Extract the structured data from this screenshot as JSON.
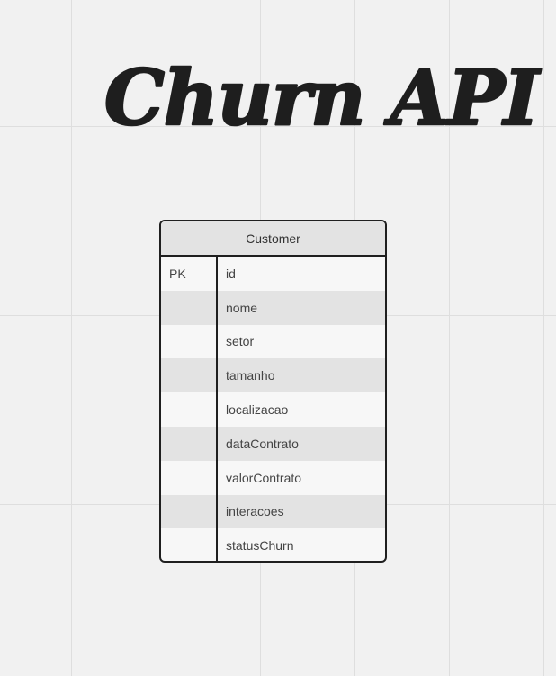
{
  "title": "Churn API",
  "entity": {
    "name": "Customer",
    "fields": [
      {
        "key": "PK",
        "name": "id"
      },
      {
        "key": "",
        "name": "nome"
      },
      {
        "key": "",
        "name": "setor"
      },
      {
        "key": "",
        "name": "tamanho"
      },
      {
        "key": "",
        "name": "localizacao"
      },
      {
        "key": "",
        "name": "dataContrato"
      },
      {
        "key": "",
        "name": "valorContrato"
      },
      {
        "key": "",
        "name": "interacoes"
      },
      {
        "key": "",
        "name": "statusChurn"
      }
    ]
  }
}
